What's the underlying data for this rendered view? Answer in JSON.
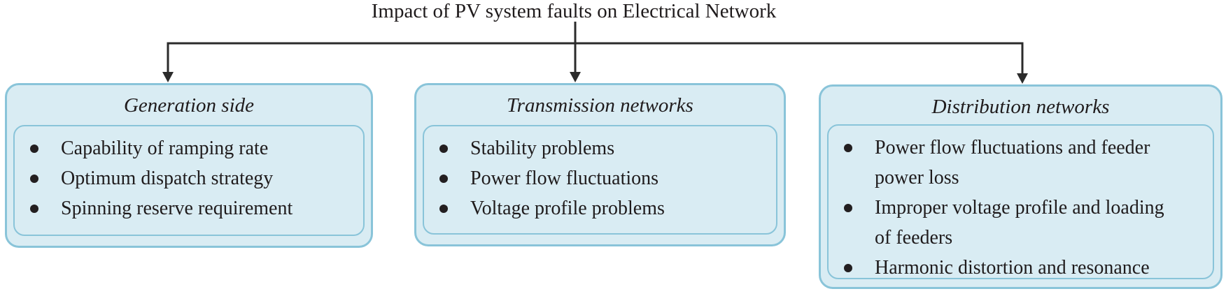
{
  "title": "Impact of PV system faults on Electrical Network",
  "colors": {
    "box_fill": "#d9ecf3",
    "box_border": "#89c4d9",
    "connector_line": "#2b2b2b",
    "text": "#1f1b1c"
  },
  "boxes": [
    {
      "heading": "Generation side",
      "items": [
        "Capability of ramping rate",
        "Optimum dispatch strategy",
        "Spinning reserve requirement"
      ]
    },
    {
      "heading": "Transmission networks",
      "items": [
        "Stability problems",
        "Power flow fluctuations",
        "Voltage profile problems"
      ]
    },
    {
      "heading": "Distribution networks",
      "items": [
        "Power flow fluctuations and feeder power loss",
        "Improper voltage profile and loading of feeders",
        "Harmonic distortion and resonance"
      ]
    }
  ]
}
